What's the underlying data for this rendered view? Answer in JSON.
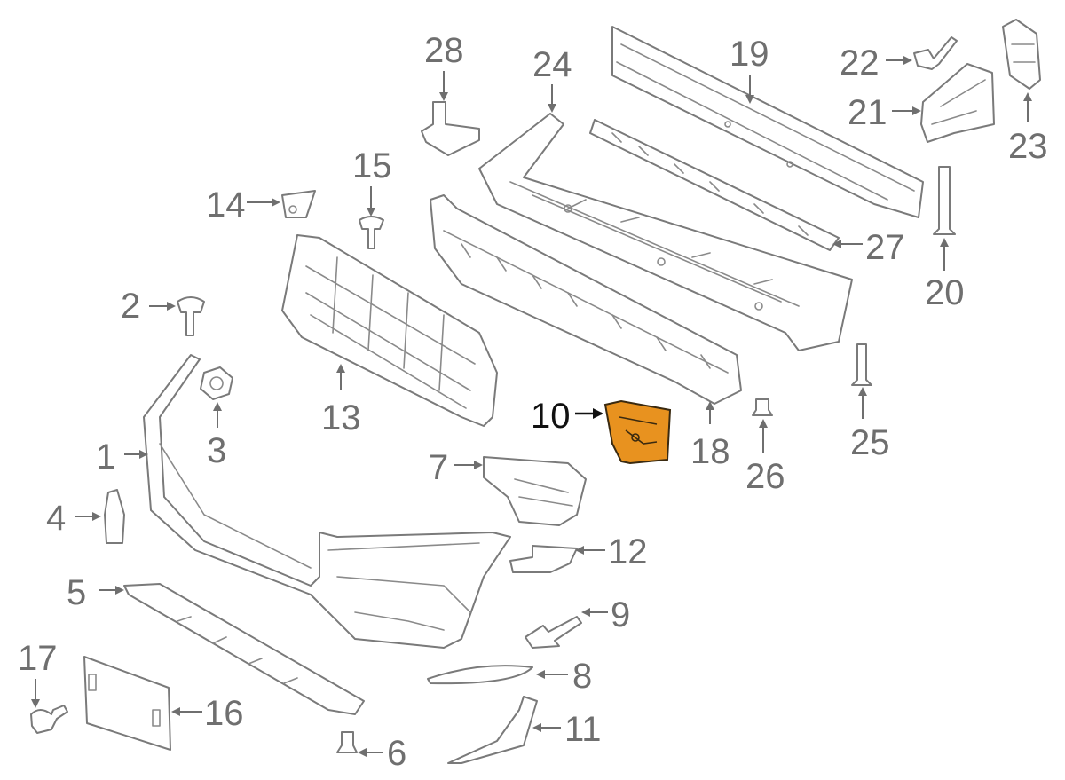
{
  "diagram": {
    "highlight_color": "#e8921f",
    "callouts": [
      {
        "id": "c1",
        "label": "1",
        "highlighted": false
      },
      {
        "id": "c2",
        "label": "2",
        "highlighted": false
      },
      {
        "id": "c3",
        "label": "3",
        "highlighted": false
      },
      {
        "id": "c4",
        "label": "4",
        "highlighted": false
      },
      {
        "id": "c5",
        "label": "5",
        "highlighted": false
      },
      {
        "id": "c6",
        "label": "6",
        "highlighted": false
      },
      {
        "id": "c7",
        "label": "7",
        "highlighted": false
      },
      {
        "id": "c8",
        "label": "8",
        "highlighted": false
      },
      {
        "id": "c9",
        "label": "9",
        "highlighted": false
      },
      {
        "id": "c10",
        "label": "10",
        "highlighted": true
      },
      {
        "id": "c11",
        "label": "11",
        "highlighted": false
      },
      {
        "id": "c12",
        "label": "12",
        "highlighted": false
      },
      {
        "id": "c13",
        "label": "13",
        "highlighted": false
      },
      {
        "id": "c14",
        "label": "14",
        "highlighted": false
      },
      {
        "id": "c15",
        "label": "15",
        "highlighted": false
      },
      {
        "id": "c16",
        "label": "16",
        "highlighted": false
      },
      {
        "id": "c17",
        "label": "17",
        "highlighted": false
      },
      {
        "id": "c18",
        "label": "18",
        "highlighted": false
      },
      {
        "id": "c19",
        "label": "19",
        "highlighted": false
      },
      {
        "id": "c20",
        "label": "20",
        "highlighted": false
      },
      {
        "id": "c21",
        "label": "21",
        "highlighted": false
      },
      {
        "id": "c22",
        "label": "22",
        "highlighted": false
      },
      {
        "id": "c23",
        "label": "23",
        "highlighted": false
      },
      {
        "id": "c24",
        "label": "24",
        "highlighted": false
      },
      {
        "id": "c25",
        "label": "25",
        "highlighted": false
      },
      {
        "id": "c26",
        "label": "26",
        "highlighted": false
      },
      {
        "id": "c27",
        "label": "27",
        "highlighted": false
      },
      {
        "id": "c28",
        "label": "28",
        "highlighted": false
      }
    ]
  }
}
